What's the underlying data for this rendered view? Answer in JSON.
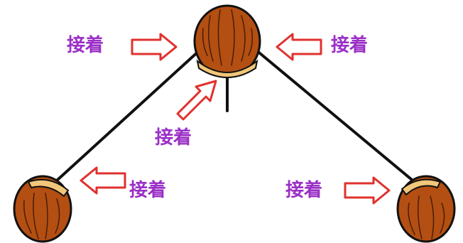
{
  "labels": {
    "top_left": "接着",
    "top_right": "接着",
    "center": "接着",
    "bottom_left": "接着",
    "bottom_right": "接着"
  },
  "colors": {
    "label": "#9a2fc6",
    "arrow": "#e0312e",
    "nut_shell": "#b34f12",
    "nut_cap": "#f2c77a",
    "line": "#111111"
  }
}
